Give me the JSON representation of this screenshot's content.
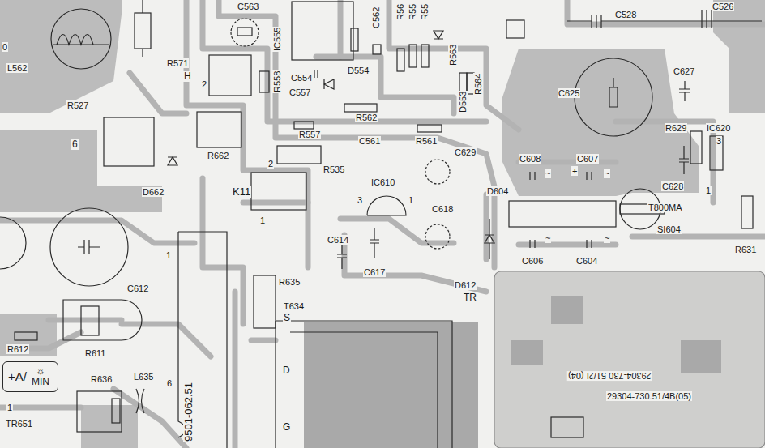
{
  "diagram": {
    "nodes": [
      {
        "text": [
          "+A/",
          "☼ MIN"
        ]
      }
    ],
    "labels": [
      "0",
      "L562",
      "R571",
      "R527",
      "H",
      "2",
      "C563",
      "IC555",
      "R558",
      "C554",
      "C557",
      "D554",
      "C562",
      "R56",
      "R55",
      "R55",
      "R563",
      "R564",
      "D553",
      "R562",
      "C561",
      "R561",
      "R557",
      "R535",
      "2",
      "R662",
      "D662",
      "6",
      "K11",
      "1",
      "C629",
      "IC610",
      "3",
      "1",
      "C618",
      "D604",
      "C608",
      "C607",
      "~",
      "+",
      "~",
      "~",
      "~",
      "C606",
      "C604",
      "T800MA",
      "SI604",
      "R631",
      "C528",
      "C526",
      "C627",
      "R629",
      "IC620",
      "3",
      "1",
      "C628",
      "C625",
      "C614",
      "C617",
      "D612",
      "TR",
      "R635",
      "T634",
      "S",
      "D",
      "G",
      "C612",
      "1",
      "R612",
      "R611",
      "R636",
      "L635",
      "6",
      "1",
      "TR651",
      "9501-062.51",
      "29304-730 51/2L(04)",
      "29304-730.51/4B(05)"
    ]
  }
}
